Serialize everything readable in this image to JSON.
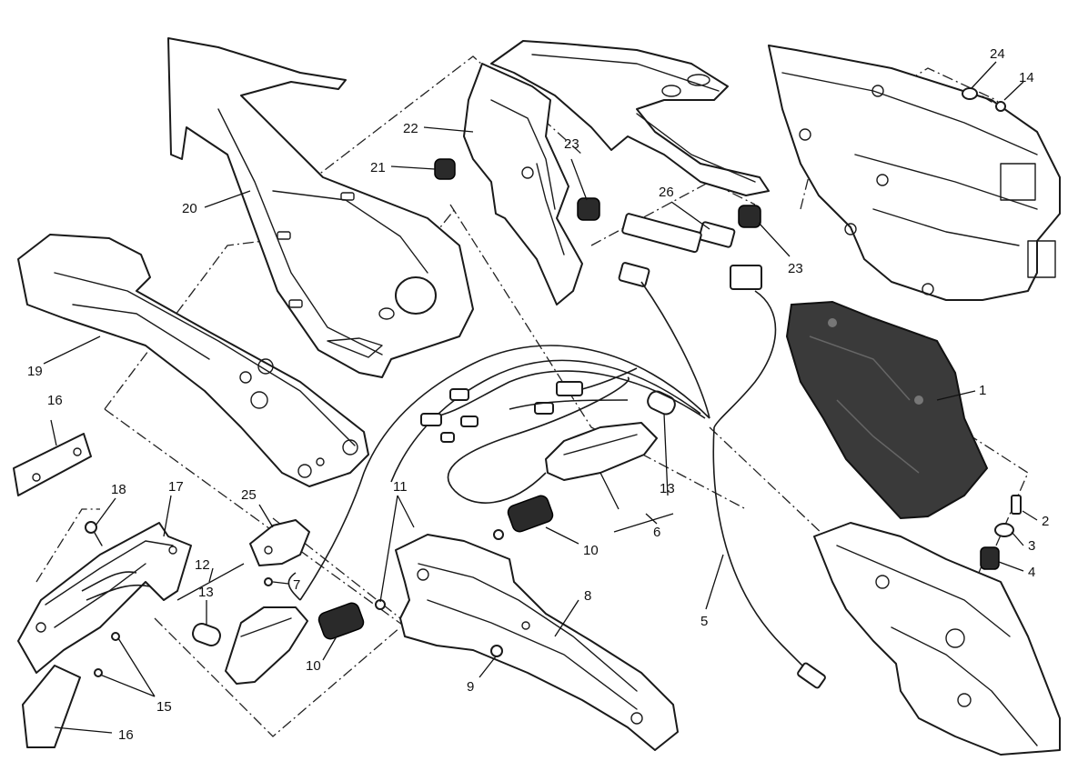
{
  "callouts": {
    "c1": "1",
    "c2": "2",
    "c3": "3",
    "c4": "4",
    "c5": "5",
    "c6": "6",
    "c7": "7",
    "c8": "8",
    "c9": "9",
    "c10a": "10",
    "c10b": "10",
    "c11": "11",
    "c12": "12",
    "c13a": "13",
    "c13b": "13",
    "c14": "14",
    "c15": "15",
    "c16a": "16",
    "c16b": "16",
    "c17": "17",
    "c18": "18",
    "c19": "19",
    "c20": "20",
    "c21": "21",
    "c22": "22",
    "c23a": "23",
    "c23b": "23",
    "c24": "24",
    "c25": "25",
    "c26": "26"
  },
  "colors": {
    "line": "#1a1a1a",
    "rubber": "#2a2a2a",
    "cover": "#3a3a3a",
    "background": "#ffffff"
  }
}
